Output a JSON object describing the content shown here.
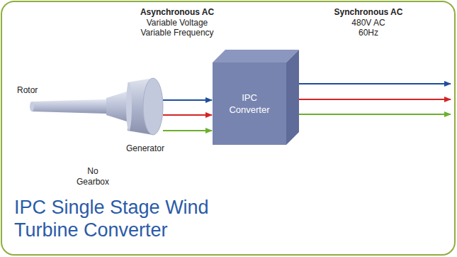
{
  "diagram": {
    "title": "IPC Single Stage Wind Turbine Converter",
    "nodes": [
      {
        "text": [
          "Generator"
        ]
      },
      {
        "text": [
          "IPC Converter"
        ]
      }
    ],
    "edges": [
      {
        "from": 0,
        "to": 1,
        "arrow": "to"
      },
      {
        "from": 0,
        "to": 1,
        "arrow": "to"
      },
      {
        "from": 0,
        "to": 1,
        "arrow": "to"
      }
    ],
    "labels": [
      "Asynchronous AC",
      "Variable Voltage",
      "Variable Frequency",
      "Synchronous AC",
      "480V AC",
      "60Hz",
      "Rotor",
      "No",
      "Gearbox"
    ]
  }
}
